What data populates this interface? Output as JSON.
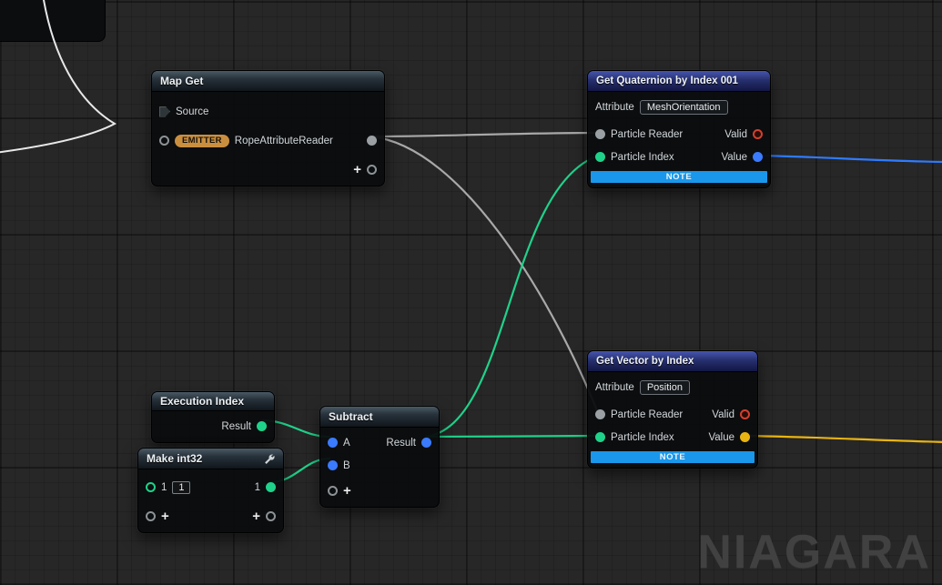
{
  "watermark": "NIAGARA",
  "glyphs": {
    "plus": "+"
  },
  "colors": {
    "wire_gray": "#a9a9a9",
    "wire_green": "#1fd28a",
    "wire_blue": "#2f7bff",
    "wire_yellow": "#e9b412",
    "wire_white": "#e8e8e8",
    "note_blue": "#1a97ea",
    "emitter_badge": "#c98f3f",
    "header_blue": "#27306f",
    "header_slate": "#27313a"
  },
  "nodes": {
    "map_get": {
      "title": "Map Get",
      "source_label": "Source",
      "emitter_badge": "EMITTER",
      "reader_label": "RopeAttributeReader"
    },
    "get_quaternion": {
      "title": "Get Quaternion by Index 001",
      "attribute_label": "Attribute",
      "attribute_value": "MeshOrientation",
      "particle_reader_label": "Particle Reader",
      "valid_label": "Valid",
      "particle_index_label": "Particle Index",
      "value_label": "Value",
      "note_label": "NOTE"
    },
    "get_vector": {
      "title": "Get Vector by Index",
      "attribute_label": "Attribute",
      "attribute_value": "Position",
      "particle_reader_label": "Particle Reader",
      "valid_label": "Valid",
      "particle_index_label": "Particle Index",
      "value_label": "Value",
      "note_label": "NOTE"
    },
    "execution_index": {
      "title": "Execution Index",
      "result_label": "Result"
    },
    "make_int32": {
      "title": "Make int32",
      "input_label": "1",
      "input_value": "1",
      "output_label": "1"
    },
    "subtract": {
      "title": "Subtract",
      "a_label": "A",
      "b_label": "B",
      "result_label": "Result"
    }
  }
}
